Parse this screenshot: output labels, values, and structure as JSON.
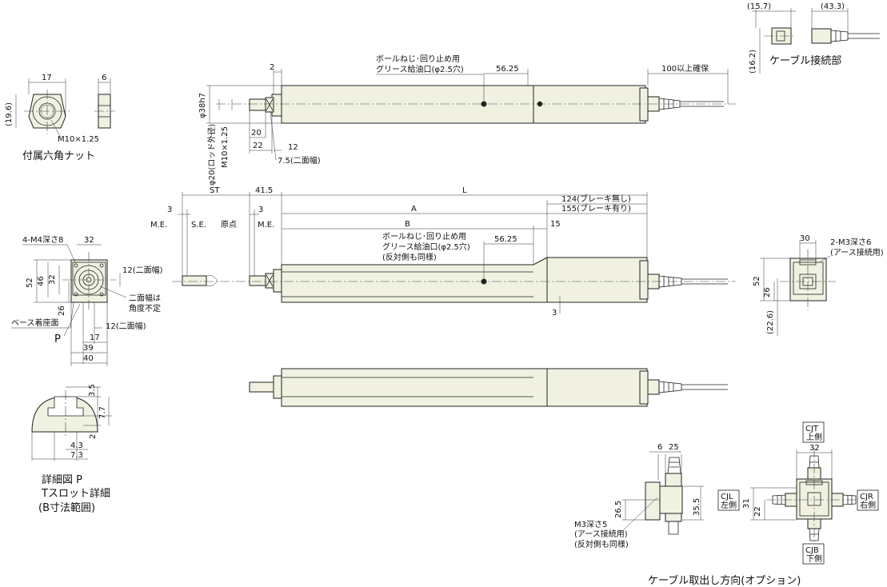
{
  "nut": {
    "title": "付属六角ナット",
    "dim_17": "17",
    "dim_6": "6",
    "dim_196": "(19.6)",
    "thread": "M10×1.25"
  },
  "top_view": {
    "dim_2": "2",
    "grease_line1": "ボールねじ･回り止め用",
    "grease_line2": "グリース給油口(φ2.5穴)",
    "dim_5625": "56.25",
    "cable": "100以上確保",
    "phi38": "φ38h7",
    "phi20": "φ20(ロッド外径)",
    "m10": "M10×1.25",
    "dim_20": "20",
    "dim_22": "22",
    "dim_12": "12",
    "dim_75": "7.5(二面幅)"
  },
  "side_view": {
    "st": "ST",
    "dim_415": "41.5",
    "L": "L",
    "brake_none": "124(ブレーキ無し)",
    "brake_with": "155(ブレーキ有り)",
    "A": "A",
    "B": "B",
    "dim_15": "15",
    "dim_3a": "3",
    "dim_3b": "3",
    "me1": "M.E.",
    "se": "S.E.",
    "origin": "原点",
    "me2": "M.E.",
    "grease_line1": "ボールねじ･回り止め用",
    "grease_line2": "グリース給油口(φ2.5穴)",
    "grease_line3": "(反対側も同様)",
    "dim_5625": "56.25",
    "dim_3c": "3"
  },
  "front_view": {
    "m4": "4-M4深さ8",
    "dim_32": "32",
    "dim_52": "52",
    "dim_46": "46",
    "dim_32v": "32",
    "dim_26": "26",
    "across1": "12(二面幅)",
    "across_note1": "二面幅は",
    "across_note2": "角度不定",
    "base": "ベース着座面",
    "P": "P",
    "across2": "12(二面幅)",
    "dim_17": "17",
    "dim_39": "39",
    "dim_40": "40"
  },
  "tslot": {
    "dim_35": "3.5",
    "dim_77": "7.7",
    "dim_2": "2",
    "dim_43": "4.3",
    "dim_73": "7.3",
    "title1": "詳細図 P",
    "title2": "Tスロット詳細",
    "title3": "(B寸法範囲)"
  },
  "cable_connect": {
    "dim_157": "(15.7)",
    "dim_433": "(43.3)",
    "dim_162": "(16.2)",
    "title": "ケーブル接続部"
  },
  "rear_view": {
    "dim_30": "30",
    "m3": "2-M3深さ6",
    "m3_note": "(アース接続用)",
    "dim_52": "52",
    "dim_26": "26",
    "dim_226": "(22.6)"
  },
  "cable_dir": {
    "dim_6": "6",
    "dim_25": "25",
    "dim_265": "26.5",
    "dim_355": "35.5",
    "m3_1": "M3深さ5",
    "m3_2": "(アース接続用)",
    "m3_3": "(反対側も同様)",
    "cjt1": "CJT",
    "cjt2": "上側",
    "cjl1": "CJL",
    "cjl2": "左側",
    "cjr1": "CJR",
    "cjr2": "右側",
    "cjb1": "CJB",
    "cjb2": "下側",
    "dim_32": "32",
    "dim_31": "31",
    "dim_22": "22",
    "title": "ケーブル取出し方向(オプション)"
  }
}
